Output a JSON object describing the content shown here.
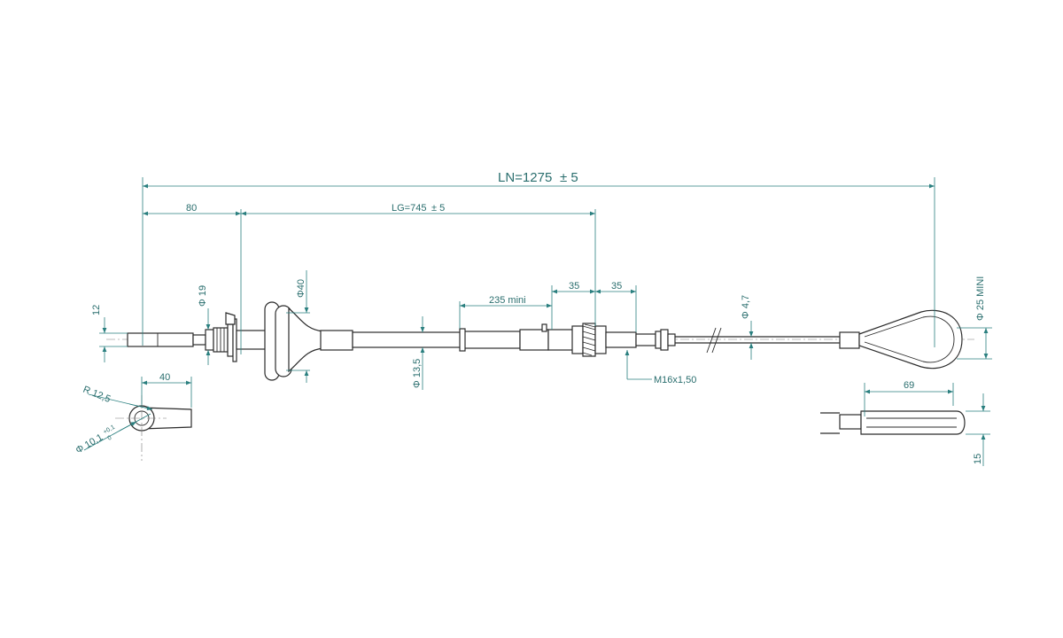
{
  "colors": {
    "dimension": "#2a7f7f",
    "part": "#2b2b2b",
    "background": "#ffffff"
  },
  "dimensions": {
    "overall_length": "LN=1275",
    "overall_tolerance": "± 5",
    "sheath_length": "LG=745",
    "sheath_tolerance": "± 5",
    "end_offset": "80",
    "rod_end_height": "12",
    "nut_diameter": "Φ 19",
    "boot_diameter": "Φ40",
    "sheath_diameter": "Φ 13,5",
    "stroke_min": "235 mini",
    "adjuster_left": "35",
    "adjuster_right": "35",
    "thread": "M16x1,50",
    "cable_diameter": "Φ 4,7",
    "eye_diameter": "Φ 25 MINI",
    "eye_length": "69",
    "eye_thickness": "15",
    "rod_end_length": "40",
    "radius": "R 12,5",
    "hole_diameter": "Φ 10,1",
    "hole_tol_upper": "+0,1",
    "hole_tol_lower": "0"
  }
}
